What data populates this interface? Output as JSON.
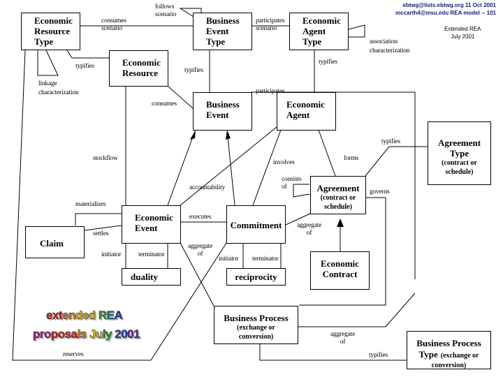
{
  "header": {
    "line1": "ebtwg@lists.ebtwg.org  11 Oct 2001",
    "line2": "mccarth4@msu.edu REA model -- 101",
    "note1": "Extended REA",
    "note2": "July 2001"
  },
  "entities": {
    "economic_resource_type": {
      "title": [
        "Economic",
        "Resource",
        "Type"
      ]
    },
    "business_event_type": {
      "title": [
        "Business",
        "Event",
        "Type"
      ]
    },
    "economic_agent_type": {
      "title": [
        "Economic",
        "Agent",
        "Type"
      ]
    },
    "economic_resource": {
      "title": [
        "Economic",
        "Resource"
      ]
    },
    "business_event": {
      "title": [
        "Business",
        "Event"
      ]
    },
    "economic_agent": {
      "title": [
        "Economic",
        "Agent"
      ]
    },
    "agreement_type": {
      "title": [
        "Agreement",
        "Type"
      ],
      "sub": [
        "(contract or",
        "schedule)"
      ]
    },
    "agreement": {
      "title": [
        "Agreement"
      ],
      "sub": [
        "(contract or",
        "schedule)"
      ]
    },
    "economic_event": {
      "title": [
        "Economic",
        "Event"
      ]
    },
    "commitment": {
      "title": [
        "Commitment"
      ]
    },
    "claim": {
      "title": [
        "Claim"
      ]
    },
    "duality": {
      "title": [
        "duality"
      ]
    },
    "reciprocity": {
      "title": [
        "reciprocity"
      ]
    },
    "economic_contract": {
      "title": [
        "Economic",
        "Contract"
      ]
    },
    "business_process": {
      "title": [
        "Business Process"
      ],
      "sub": [
        "(exchange  or",
        "conversion)"
      ]
    },
    "business_process_type": {
      "title": [
        "Business Process"
      ],
      "title2": "Type",
      "sub_inline": "(exchange  or",
      "sub": [
        "conversion)"
      ]
    }
  },
  "relationships": {
    "follows_scenario": [
      "follows",
      "scenario"
    ],
    "consumes_scenario": [
      "consumes",
      "scenario"
    ],
    "participates_scenario": [
      "participates",
      "scenario"
    ],
    "association_characterization": [
      "association",
      "characterization"
    ],
    "typifies_resource": "typifies",
    "linkage_characterization": [
      "linkage",
      "characterization"
    ],
    "typifies_event": "typifies",
    "typifies_agent": "typifies",
    "participates": "participates",
    "consumes": "consumes",
    "stockflow": "stockflow",
    "involves": "involves",
    "forms": "forms",
    "typifies_agreement": "typifies",
    "consists_of": [
      "consists",
      "of"
    ],
    "accountability": "accountability",
    "governs": "governs",
    "materializes": "materializes",
    "executes": "executes",
    "settles": "settles",
    "aggregate_of_1": [
      "aggregate",
      "of"
    ],
    "aggregate_of_2": [
      "aggregate",
      "of"
    ],
    "aggregate_of_3": [
      "aggregate",
      "of"
    ],
    "initiator_1": "initiator",
    "terminator_1": "terminator",
    "initiator_2": "initiator",
    "terminator_2": "terminator",
    "reserves": "reserves",
    "typifies_process": "typifies"
  },
  "wordart": {
    "line1": [
      {
        "text": "ext",
        "color": "#d0201a"
      },
      {
        "text": "en",
        "color": "#e07a10"
      },
      {
        "text": "ded ",
        "color": "#d8c010"
      },
      {
        "text": "R",
        "color": "#2a9a30"
      },
      {
        "text": "E",
        "color": "#1a7a8a"
      },
      {
        "text": "A",
        "color": "#2040c0"
      }
    ],
    "line2": [
      {
        "text": "pro",
        "color": "#b01a90"
      },
      {
        "text": "posa",
        "color": "#d0201a"
      },
      {
        "text": "ls ",
        "color": "#e07a10"
      },
      {
        "text": "Ju",
        "color": "#d8c010"
      },
      {
        "text": "ly ",
        "color": "#2a9a30"
      },
      {
        "text": "20",
        "color": "#2040c0"
      },
      {
        "text": "01",
        "color": "#6a20a0"
      }
    ]
  }
}
